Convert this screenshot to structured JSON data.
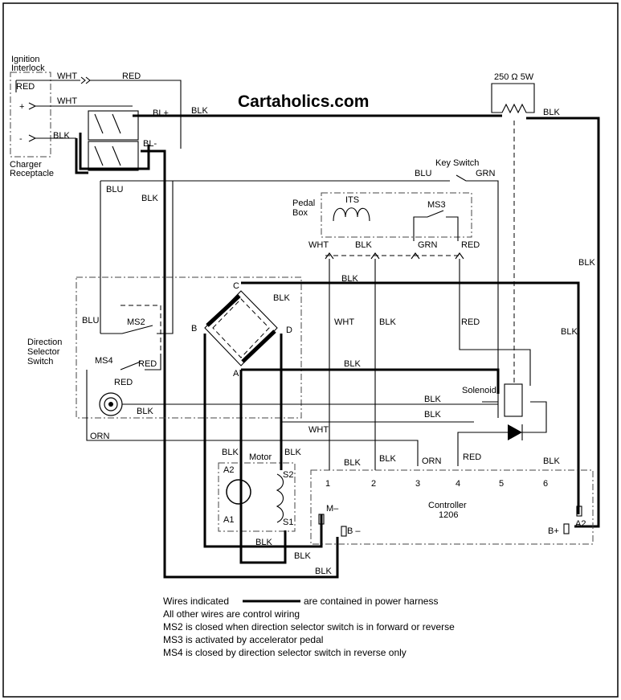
{
  "brand": "Cartaholics.com",
  "labels": {
    "ignition_interlock_1": "Ignition",
    "ignition_interlock_2": "Interlock",
    "charger_receptacle_1": "Charger",
    "charger_receptacle_2": "Receptacle",
    "red_interlock": "RED",
    "plus": "+",
    "minus": "-",
    "wht_top": "WHT",
    "red_top": "RED",
    "wht_2": "WHT",
    "blk_charger": "BLK",
    "bl_plus": "BL+",
    "bl_minus": "BL-",
    "blk_top": "BLK",
    "resistor": "250 Ω 5W",
    "blk_resistor": "BLK",
    "key_switch": "Key Switch",
    "blu_key": "BLU",
    "grn_key": "GRN",
    "blu_left": "BLU",
    "blk_left": "BLK",
    "pedal_box_1": "Pedal",
    "pedal_box_2": "Box",
    "its": "ITS",
    "ms3": "MS3",
    "pb_wht": "WHT",
    "pb_blk": "BLK",
    "pb_grn": "GRN",
    "pb_red": "RED",
    "blk_c": "BLK",
    "blk_right1": "BLK",
    "blk_right2": "BLK",
    "dir_sel_1": "Direction",
    "dir_sel_2": "Selector",
    "dir_sel_3": "Switch",
    "blu_ms2": "BLU",
    "ms2": "MS2",
    "ms4": "MS4",
    "red_ms4": "RED",
    "red_buzzer": "RED",
    "blk_buzzer": "BLK",
    "orn_left": "ORN",
    "node_a": "A",
    "node_b": "B",
    "node_c": "C",
    "node_d": "D",
    "blk_bridge": "BLK",
    "blk_a": "BLK",
    "wht_mid": "WHT",
    "blk_mid": "BLK",
    "red_mid": "RED",
    "solenoid": "Solenoid",
    "blk_sol1": "BLK",
    "blk_sol2": "BLK",
    "wht_low": "WHT",
    "motor": "Motor",
    "a2": "A2",
    "a1": "A1",
    "s2": "S2",
    "s1": "S1",
    "blk_m1": "BLK",
    "blk_m2": "BLK",
    "blk_p1": "BLK",
    "blk_p2": "BLK",
    "orn_p3": "ORN",
    "red_p4": "RED",
    "blk_p6": "BLK",
    "pin1": "1",
    "pin2": "2",
    "pin3": "3",
    "pin4": "4",
    "pin5": "5",
    "pin6": "6",
    "controller_1": "Controller",
    "controller_2": "1206",
    "m_minus": "M–",
    "b_minus": "B –",
    "b_plus": "B+",
    "a2_ctrl": "A2",
    "blk_bot1": "BLK",
    "blk_bot2": "BLK",
    "blk_bot3": "BLK"
  },
  "notes": {
    "line1_pre": "Wires indicated",
    "line1_post": "are contained in power harness",
    "line2": "All other wires are control wiring",
    "line3": "MS2 is closed when direction selector switch is in forward or reverse",
    "line4": "MS3 is activated by accelerator pedal",
    "line5": "MS4 is closed by direction selector switch in reverse only"
  }
}
